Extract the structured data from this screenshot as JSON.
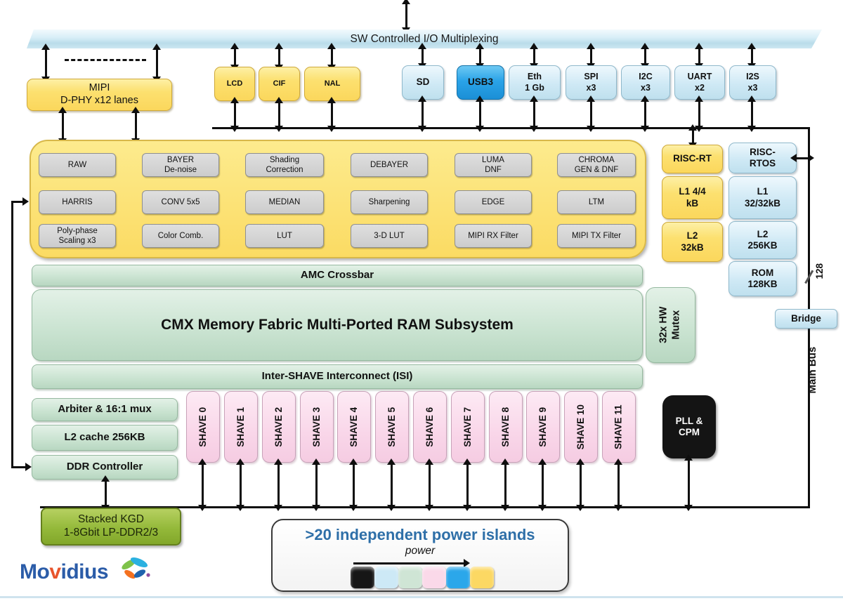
{
  "mux_bar": "SW Controlled I/O Multiplexing",
  "mipi": {
    "l1": "MIPI",
    "l2": "D-PHY x12 lanes"
  },
  "display_ports": [
    {
      "label": "LCD"
    },
    {
      "label": "CIF"
    },
    {
      "label": "NAL"
    }
  ],
  "io_ports": [
    {
      "l1": "SD"
    },
    {
      "l1": "USB3",
      "highlighted": true
    },
    {
      "l1": "Eth",
      "l2": "1 Gb"
    },
    {
      "l1": "SPI",
      "l2": "x3"
    },
    {
      "l1": "I2C",
      "l2": "x3"
    },
    {
      "l1": "UART",
      "l2": "x2"
    },
    {
      "l1": "I2S",
      "l2": "x3"
    }
  ],
  "hw_filters": {
    "items": [
      {
        "l1": "RAW"
      },
      {
        "l1": "BAYER",
        "l2": "De-noise"
      },
      {
        "l1": "Shading",
        "l2": "Correction"
      },
      {
        "l1": "DEBAYER"
      },
      {
        "l1": "LUMA",
        "l2": "DNF"
      },
      {
        "l1": "CHROMA",
        "l2": "GEN & DNF"
      },
      {
        "l1": "HARRIS"
      },
      {
        "l1": "CONV 5x5"
      },
      {
        "l1": "MEDIAN"
      },
      {
        "l1": "Sharpening"
      },
      {
        "l1": "EDGE"
      },
      {
        "l1": "LTM"
      },
      {
        "l1": "Poly-phase",
        "l2": "Scaling x3"
      },
      {
        "l1": "Color Comb."
      },
      {
        "l1": "LUT"
      },
      {
        "l1": "3-D LUT"
      },
      {
        "l1": "MIPI RX Filter"
      },
      {
        "l1": "MIPI TX Filter"
      }
    ]
  },
  "risc_rt": {
    "name": "RISC-RT",
    "l1a": "L1 4/4",
    "l1b": "kB",
    "l2a": "L2",
    "l2b": "32kB"
  },
  "risc_rtos": {
    "name_a": "RISC-",
    "name_b": "RTOS",
    "l1a": "L1",
    "l1b": "32/32kB",
    "l2a": "L2",
    "l2b": "256KB",
    "roma": "ROM",
    "romb": "128KB"
  },
  "fabric": {
    "amc": "AMC Crossbar",
    "cmx": "CMX Memory Fabric Multi-Ported RAM Subsystem",
    "isi": "Inter-SHAVE Interconnect (ISI)",
    "mutex_a": "32x HW",
    "mutex_b": "Mutex"
  },
  "ddr_path": [
    "Arbiter & 16:1 mux",
    "L2 cache 256KB",
    "DDR Controller"
  ],
  "shaves": [
    "SHAVE 0",
    "SHAVE 1",
    "SHAVE 2",
    "SHAVE 3",
    "SHAVE 4",
    "SHAVE 5",
    "SHAVE 6",
    "SHAVE 7",
    "SHAVE 8",
    "SHAVE 9",
    "SHAVE 10",
    "SHAVE 11"
  ],
  "pll": {
    "l1": "PLL &",
    "l2": "CPM"
  },
  "bus": {
    "bridge": "Bridge",
    "main_bus": "Main Bus",
    "width": "128"
  },
  "kgd": {
    "l1": "Stacked KGD",
    "l2": "1-8Gbit LP-DDR2/3"
  },
  "power": {
    "title": ">20 independent power islands",
    "axis_label": "power",
    "swatches": [
      {
        "name": "black",
        "color": "#161616"
      },
      {
        "name": "light-blue",
        "color": "#cde9f6"
      },
      {
        "name": "green",
        "color": "#cfe5d5"
      },
      {
        "name": "pink",
        "color": "#fad9e9"
      },
      {
        "name": "bright-blue",
        "color": "#2ba7ea"
      },
      {
        "name": "yellow",
        "color": "#fcd863"
      }
    ]
  },
  "logo": {
    "part1": "Mo",
    "part2": "v",
    "part3": "idius"
  },
  "colors": {
    "accent_usb3": "#2aa3e8",
    "power_title": "#2e6fa8",
    "logo_blue": "#2b5ca8",
    "logo_accent": "#e8542c",
    "palette_yellow": "#fbd75c",
    "palette_blue": "#cfe9f5",
    "palette_green": "#cbe4d2",
    "palette_pink": "#f9d6e9",
    "palette_black": "#141414",
    "palette_olive": "#94b93a"
  }
}
